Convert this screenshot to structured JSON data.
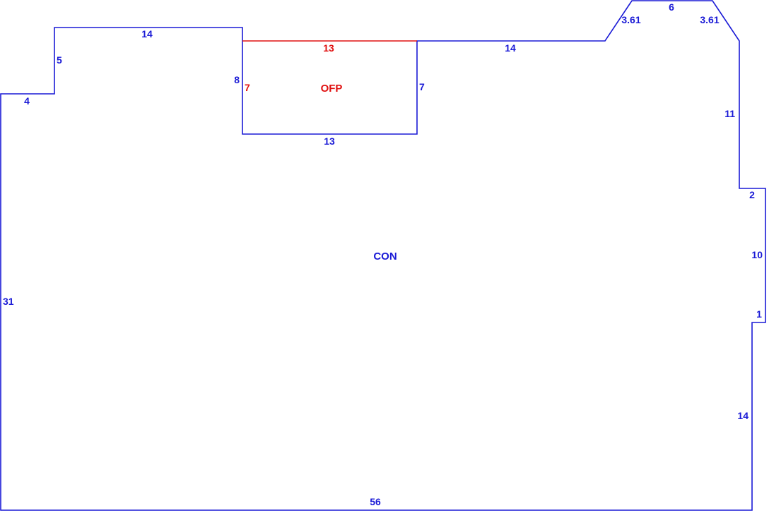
{
  "colors": {
    "main": "#1a1ad6",
    "highlight": "#e01010",
    "background": "#ffffff"
  },
  "areas": {
    "main": {
      "label": "CON"
    },
    "porch": {
      "label": "OFP"
    }
  },
  "dimensions": {
    "left_side": "31",
    "left_step_top": "4",
    "left_step_rise": "5",
    "upper_left_top": "14",
    "porch_left_outer": "8",
    "porch_left_inner": "7",
    "porch_top": "13",
    "porch_right": "7",
    "porch_bottom": "13",
    "upper_right_top": "14",
    "bay_left_diag": "3.61",
    "bay_top": "6",
    "bay_right_diag": "3.61",
    "right_upper": "11",
    "right_jog_out": "2",
    "right_middle": "10",
    "right_jog_in": "1",
    "right_lower": "14",
    "bottom": "56"
  }
}
